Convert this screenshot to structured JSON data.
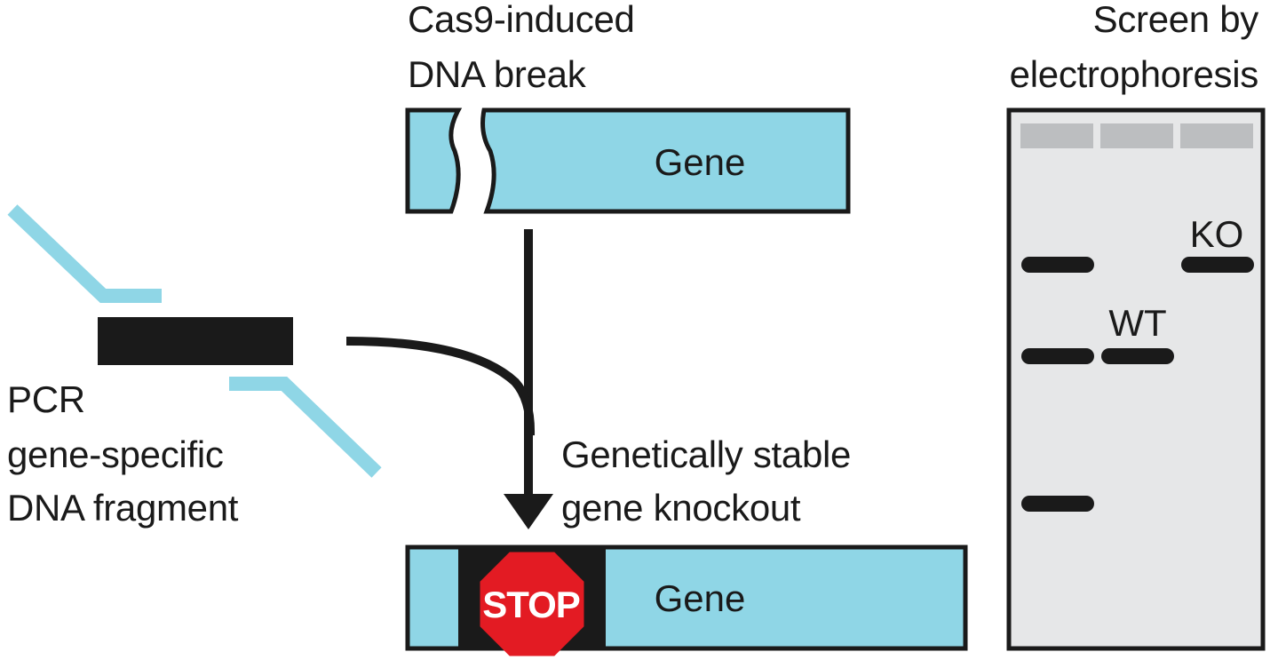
{
  "labels": {
    "break_line1": "Cas9-induced",
    "break_line2": "DNA break",
    "screen_line1": "Screen by",
    "screen_line2": "electrophoresis",
    "pcr_line1": "PCR",
    "pcr_line2": "gene-specific",
    "pcr_line3": "DNA fragment",
    "knockout_line1": "Genetically stable",
    "knockout_line2": "gene knockout"
  },
  "gene_top": {
    "label": "Gene"
  },
  "gene_bottom": {
    "label": "Gene",
    "stop_label": "STOP"
  },
  "gel": {
    "ko_label": "KO",
    "wt_label": "WT"
  },
  "colors": {
    "gene_fill": "#8fd6e6",
    "outline": "#1a1a1a",
    "primer": "#8fd6e6",
    "gel_bg": "#e6e7e8",
    "well": "#bcbec0",
    "stop_red": "#e31b23"
  }
}
